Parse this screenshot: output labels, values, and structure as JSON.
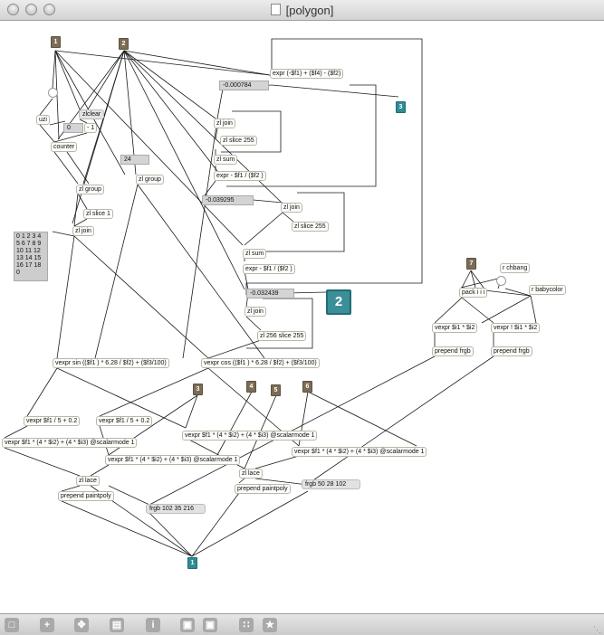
{
  "window": {
    "title": "[polygon]"
  },
  "boxes": {
    "b2": "expr (-$f1) + ($f4) - ($f2)",
    "b3": "zl join",
    "b4": "zl slice 255",
    "b5": "zl sum",
    "b6": "expr - $f1 / ($f2 )",
    "b7": "zl join",
    "b8": "zl slice 255",
    "b9": "zl sum",
    "b10": "expr - $f1 / ($f2 )",
    "b11": "zl join",
    "b12": "zl 256 slice 255",
    "b13": "uzi",
    "b14": "counter",
    "b15": "- 1",
    "b16": "zl group",
    "b17": "zl group",
    "b18": "zl slice 1",
    "b19": "zl join",
    "b20": "vexpr sin (($f1 ) * 6.28 / $f2) + ($f3/100)",
    "b21": "vexpr cos (($f1 ) * 6.28 / $f2) + ($f3/100)",
    "b22": "vexpr $f1 / 5 + 0.2",
    "b23": "vexpr $f1 / 5 + 0.2",
    "b24": "vexpr $f1 * (4 * $i2) + (4 * $i3) @scalarmode 1",
    "b25": "vexpr $f1 * (4 * $i2) + (4 * $i3) @scalarmode 1",
    "b26": "vexpr $f1 * (4 * $i2) + (4 * $i3) @scalarmode 1",
    "b27": "vexpr $f1 * (4 * $i2) + (4 * $i3) @scalarmode 1",
    "b28": "zl lace",
    "b29": "zl lace",
    "b30": "prepend paintpoly",
    "b31": "prepend paintpoly",
    "b32": "pack i i i",
    "b33": "r chbang",
    "b34": "r babycolor",
    "b35": "vexpr $i1 * $i2",
    "b36": "vexpr ! $i1 * $i2",
    "b37": "prepend frgb",
    "b38": "prepend frgb"
  },
  "messages": {
    "m1": "zlclear",
    "m2": "frgb 102 35 216",
    "m3": "frgb 50 28 102"
  },
  "numbers": {
    "n1": "-0.000784",
    "n2": "-0.039295",
    "n3": "-0.032439",
    "n4": "0",
    "n5": "24"
  },
  "inlets": {
    "i1": "1",
    "i2": "2",
    "i3": "3",
    "i4": "4",
    "i5": "5",
    "i6": "6",
    "i7": "7"
  },
  "outlets": {
    "o1": "3",
    "o2": "2",
    "o3": "1"
  },
  "list_display": "0 1 2 3 4\n5 6 7 8 9\n10 11 12\n13 14 15\n16 17 18\n0",
  "colors": {
    "inlet": "#7b6c55",
    "outlet": "#2f8b95",
    "box_border": "#b8b8a8",
    "number_bg": "#d4d4d4"
  }
}
